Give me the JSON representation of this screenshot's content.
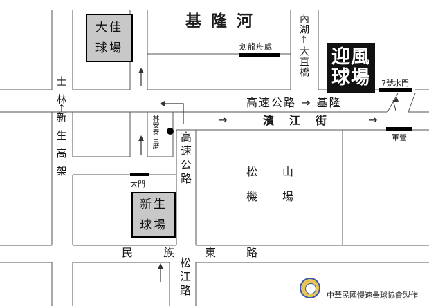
{
  "water": {
    "river": "基隆河",
    "dragon_boat": "划龍舟處"
  },
  "venues": {
    "dajia": "大佳\n球場",
    "yingfeng": "迎風\n球場",
    "xinsheng": "新生\n球場",
    "songshan_airport": "松　山\n\n機　場"
  },
  "gates": {
    "gate7": "7號水門",
    "main_gate": "大門",
    "military_camp": "軍營"
  },
  "roads": {
    "neihu_to_dazhi": "內湖↑大直橋",
    "shilin_xinsheng": "士\n\n林\n↑\n新\n\n生\n\n高\n\n架",
    "expressway_keelung": "高速公路 → 基隆",
    "binjiang": "濱　江　街",
    "expressway_vertical": "高速公路",
    "minzu_east": "民　　族　　東　　路",
    "songjiang": "松江路",
    "arrow_right": "→"
  },
  "landmarks": {
    "lin_antai": "林安泰古厝"
  },
  "footer": {
    "credit": "中華民國慢速壘球協會製作",
    "logo": "softball-association-logo"
  },
  "colors": {
    "venue_fill": "#c8c8c8",
    "yingfeng_fill": "#111111",
    "ink": "#000000"
  }
}
